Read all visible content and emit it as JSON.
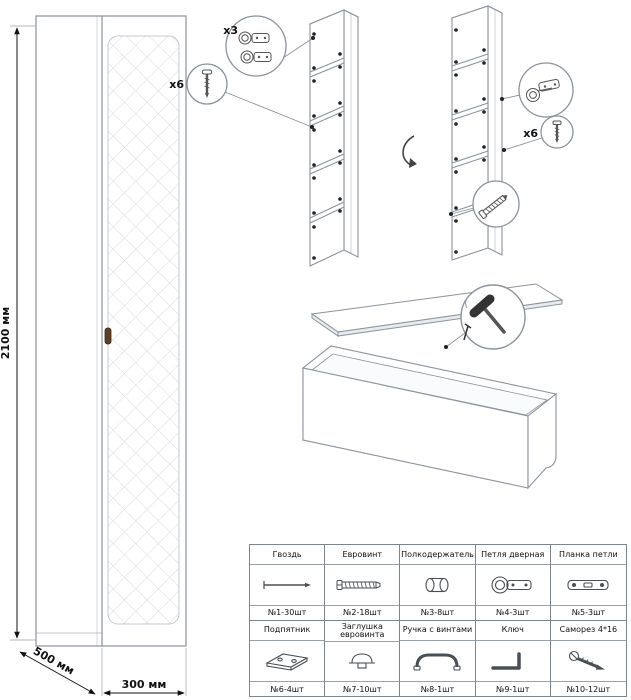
{
  "colors": {
    "line": "#8b939c",
    "hardware_line": "#4a4f55",
    "text": "#111111",
    "handle": "#5b3f26"
  },
  "dimensions": {
    "height": "2100 мм",
    "depth": "500 мм",
    "width": "300 мм"
  },
  "callouts": {
    "hinge_qty": "x3",
    "screws_left_qty": "x6",
    "screws_right_qty": "x6"
  },
  "parts_table": {
    "rows": [
      [
        {
          "name": "Гвоздь",
          "qty": "№1-30шт",
          "icon": "nail-icon"
        },
        {
          "name": "Евровинт",
          "qty": "№2-18шт",
          "icon": "euroscrew-icon"
        },
        {
          "name": "Полкодержатель",
          "qty": "№3-8шт",
          "icon": "shelf-support-icon"
        },
        {
          "name": "Петля дверная",
          "qty": "№4-3шт",
          "icon": "door-hinge-icon"
        },
        {
          "name": "Планка петли",
          "qty": "№5-3шт",
          "icon": "hinge-plate-icon"
        }
      ],
      [
        {
          "name": "Подпятник",
          "qty": "№6-4шт",
          "icon": "foot-glide-icon"
        },
        {
          "name": "Заглушка евровинта",
          "qty": "№7-10шт",
          "icon": "screw-cap-icon"
        },
        {
          "name": "Ручка с винтами",
          "qty": "№8-1шт",
          "icon": "handle-icon"
        },
        {
          "name": "Ключ",
          "qty": "№9-1шт",
          "icon": "key-icon"
        },
        {
          "name": "Саморез 4*16",
          "qty": "№10-12шт",
          "icon": "screw-icon"
        }
      ]
    ]
  }
}
